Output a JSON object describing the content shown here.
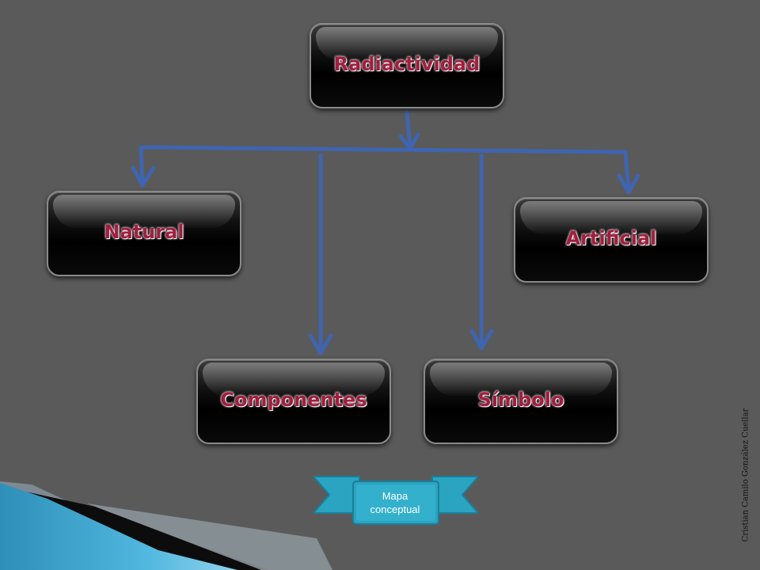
{
  "nodes": {
    "radiactividad": "Radiactividad",
    "natural": "Natural",
    "artificial": "Artificial",
    "componentes": "Componentes",
    "simbolo": "Símbolo"
  },
  "ribbon": {
    "line1": "Mapa",
    "line2": "conceptual"
  },
  "credit": "Cristian Camilo González Cuellar",
  "colors": {
    "background": "#5a5a5a",
    "node_text": "#a01f3e",
    "connector": "#3f64b0",
    "ribbon": "#2aa4c0"
  }
}
